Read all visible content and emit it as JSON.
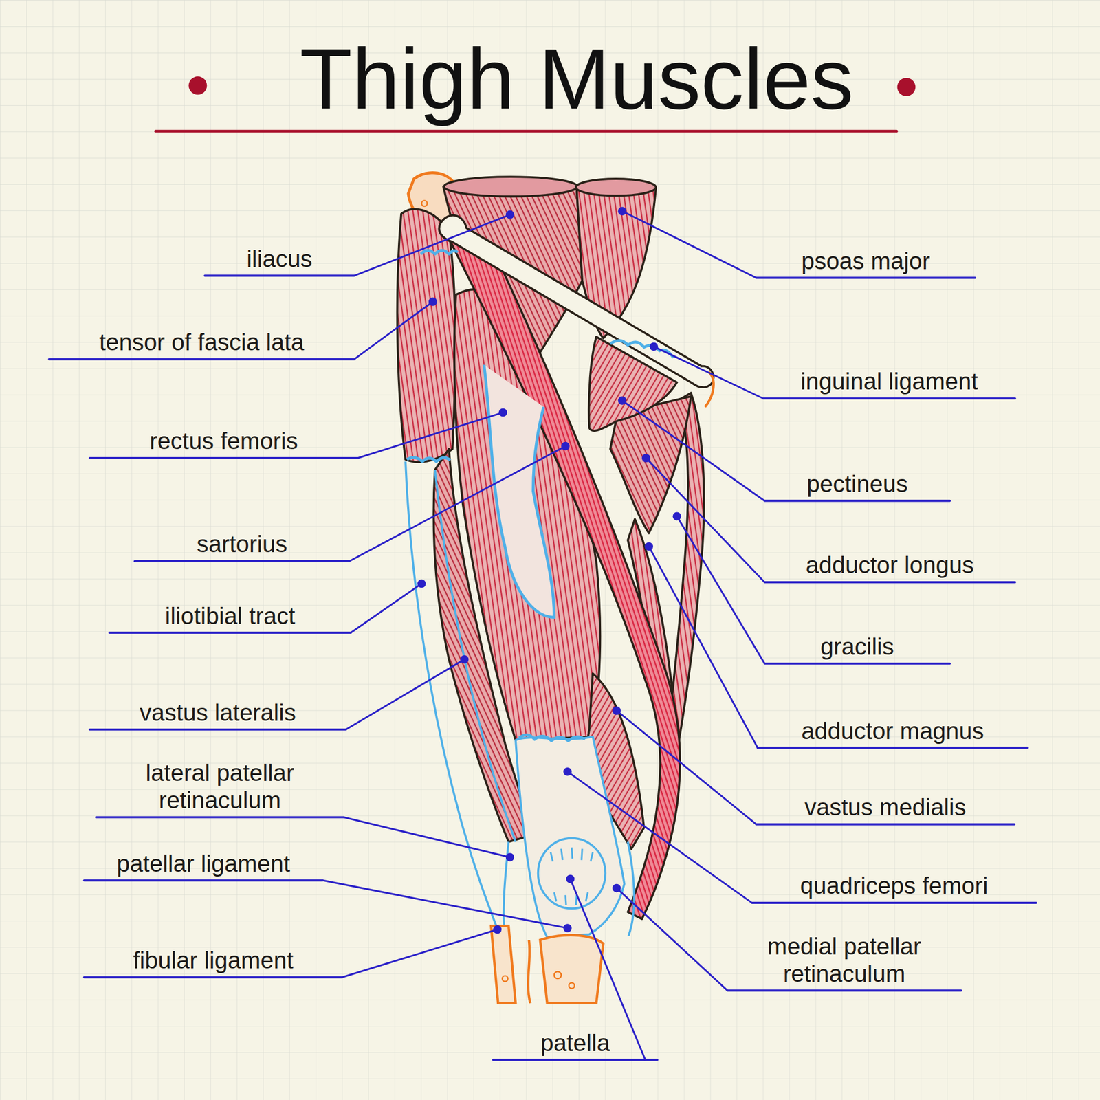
{
  "diagram": {
    "title": "Thigh Muscles",
    "labels": [
      "iliacus",
      "psoas major",
      "tensor of fascia lata",
      "inguinal ligament",
      "rectus femoris",
      "pectineus",
      "sartorius",
      "adductor longus",
      "iliotibial tract",
      "gracilis",
      "vastus lateralis",
      "adductor magnus",
      "vastus medialis",
      "lateral patellar retinaculum",
      "quadriceps femori",
      "patellar ligament",
      "medial patellar retinaculum",
      "fibular ligament",
      "patella"
    ]
  }
}
